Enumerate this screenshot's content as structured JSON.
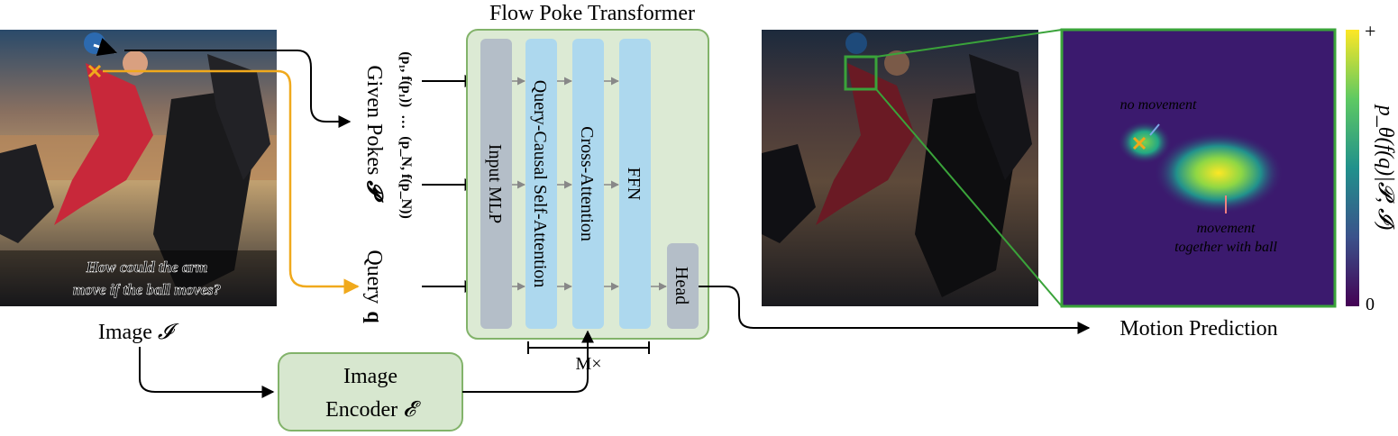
{
  "title": "Flow Poke Transformer",
  "inputs": {
    "image_label": "Image",
    "image_symbol": "𝓘",
    "question_line1": "How could the arm",
    "question_line2": "move if the ball moves?",
    "given_pokes_label": "Given Pokes",
    "pokes_symbol": "𝓟",
    "pokes_first": "(p₁, f(p₁))",
    "pokes_dots": "…",
    "pokes_last": "(p_N, f(p_N))",
    "query_label": "Query",
    "query_symbol": "q"
  },
  "transformer": {
    "blocks": [
      "Input MLP",
      "Query-Causal Self-Attention",
      "Cross-Attention",
      "FFN"
    ],
    "head": "Head",
    "repeat": "M×"
  },
  "encoder": {
    "line1": "Image",
    "line2": "Encoder",
    "symbol": "𝓔"
  },
  "output": {
    "label": "Motion Prediction",
    "annotation_no_move": "no movement",
    "annotation_move_line1": "movement",
    "annotation_move_line2": "together with ball",
    "colorbar_max": "+",
    "colorbar_min": "0",
    "colorbar_label": "p_θ(f(q)|𝓟, 𝓘)"
  },
  "colors": {
    "block_fill": "#add8ee",
    "input_mlp_fill": "#b4bec8",
    "transformer_bg": "#dcead4",
    "transformer_border": "#82b36a",
    "encoder_bg": "#d7e7cf",
    "query_arrow": "#f0a91c",
    "heatmap_bg": "#3b1a6e",
    "inset_border": "#3aa33a"
  }
}
